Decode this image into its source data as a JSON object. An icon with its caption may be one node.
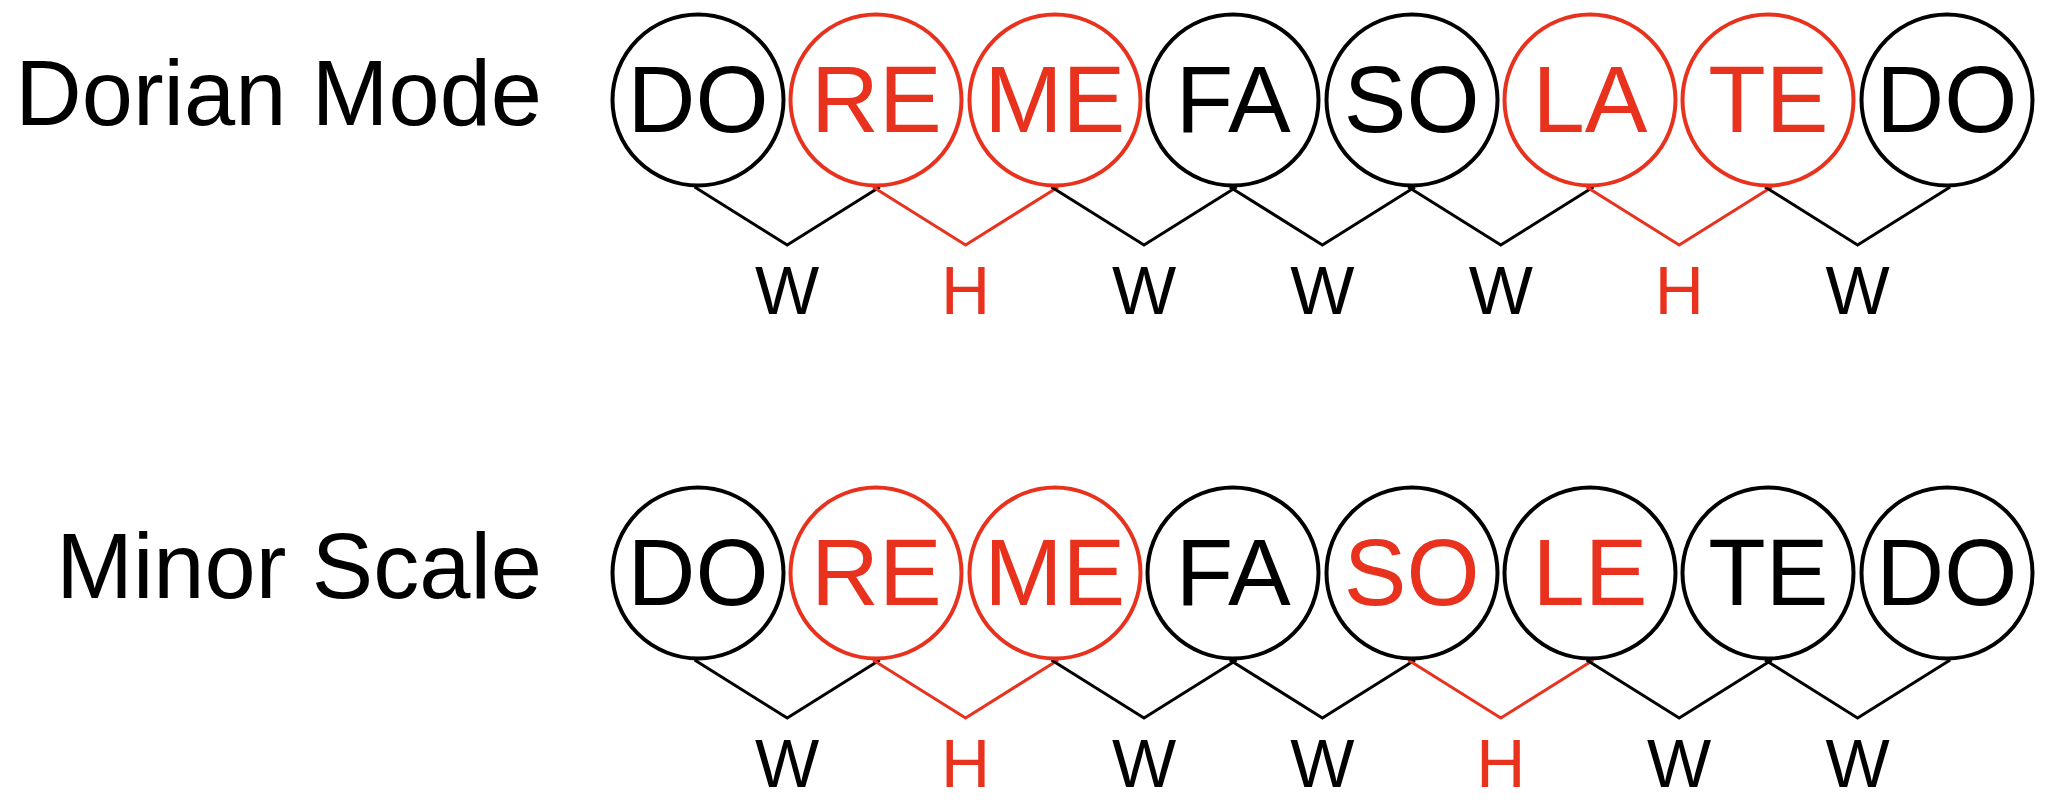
{
  "diagram": {
    "nodes": [
      {
        "text": [
          "DO"
        ]
      },
      {
        "text": [
          "RE"
        ]
      },
      {
        "text": [
          "ME"
        ]
      },
      {
        "text": [
          "FA"
        ]
      },
      {
        "text": [
          "SO"
        ]
      },
      {
        "text": [
          "LA"
        ]
      },
      {
        "text": [
          "TE"
        ]
      },
      {
        "text": [
          "DO"
        ]
      },
      {
        "text": [
          "DO"
        ]
      },
      {
        "text": [
          "RE"
        ]
      },
      {
        "text": [
          "ME"
        ]
      },
      {
        "text": [
          "FA"
        ]
      },
      {
        "text": [
          "SO"
        ]
      },
      {
        "text": [
          "LE"
        ]
      },
      {
        "text": [
          "TE"
        ]
      },
      {
        "text": [
          "DO"
        ]
      }
    ],
    "edges": [
      {
        "from": 0,
        "to": 1,
        "arrow": "none",
        "label": "W"
      },
      {
        "from": 1,
        "to": 2,
        "arrow": "none",
        "label": "H",
        "color": "#e8321e"
      },
      {
        "from": 2,
        "to": 3,
        "arrow": "none",
        "label": "W"
      },
      {
        "from": 3,
        "to": 4,
        "arrow": "none",
        "label": "W"
      },
      {
        "from": 4,
        "to": 5,
        "arrow": "none",
        "label": "W"
      },
      {
        "from": 5,
        "to": 6,
        "arrow": "none",
        "label": "H",
        "color": "#e8321e"
      },
      {
        "from": 6,
        "to": 7,
        "arrow": "none",
        "label": "W"
      },
      {
        "from": 8,
        "to": 9,
        "arrow": "none",
        "label": "W"
      },
      {
        "from": 9,
        "to": 10,
        "arrow": "none",
        "label": "H",
        "color": "#e8321e"
      },
      {
        "from": 10,
        "to": 11,
        "arrow": "none",
        "label": "W"
      },
      {
        "from": 11,
        "to": 12,
        "arrow": "none",
        "label": "W"
      },
      {
        "from": 12,
        "to": 13,
        "arrow": "none",
        "label": "H",
        "color": "#e8321e"
      },
      {
        "from": 13,
        "to": 14,
        "arrow": "none",
        "label": "W"
      },
      {
        "from": 14,
        "to": 15,
        "arrow": "none",
        "label": "W"
      }
    ],
    "labels": [
      "Dorian Mode",
      "Minor Scale"
    ]
  }
}
